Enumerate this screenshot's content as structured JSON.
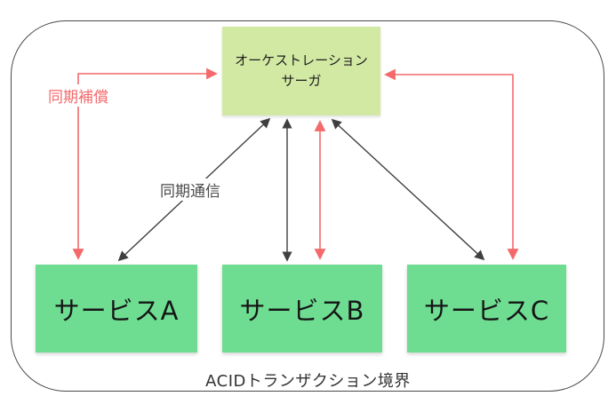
{
  "diagram": {
    "orchestrator": {
      "line1": "オーケストレーション",
      "line2": "サーガ"
    },
    "services": [
      {
        "label": "サービスA"
      },
      {
        "label": "サービスB"
      },
      {
        "label": "サービスC"
      }
    ],
    "labels": {
      "sync_compensation": "同期補償",
      "sync_communication": "同期通信",
      "boundary": "ACIDトランザクション境界"
    },
    "colors": {
      "orchestrator_fill": "#d2e9a3",
      "service_fill": "#6edd92",
      "compensation_red": "#f4696b",
      "communication_black": "#3f3f3f",
      "boundary_stroke": "#4a4a4a"
    }
  }
}
